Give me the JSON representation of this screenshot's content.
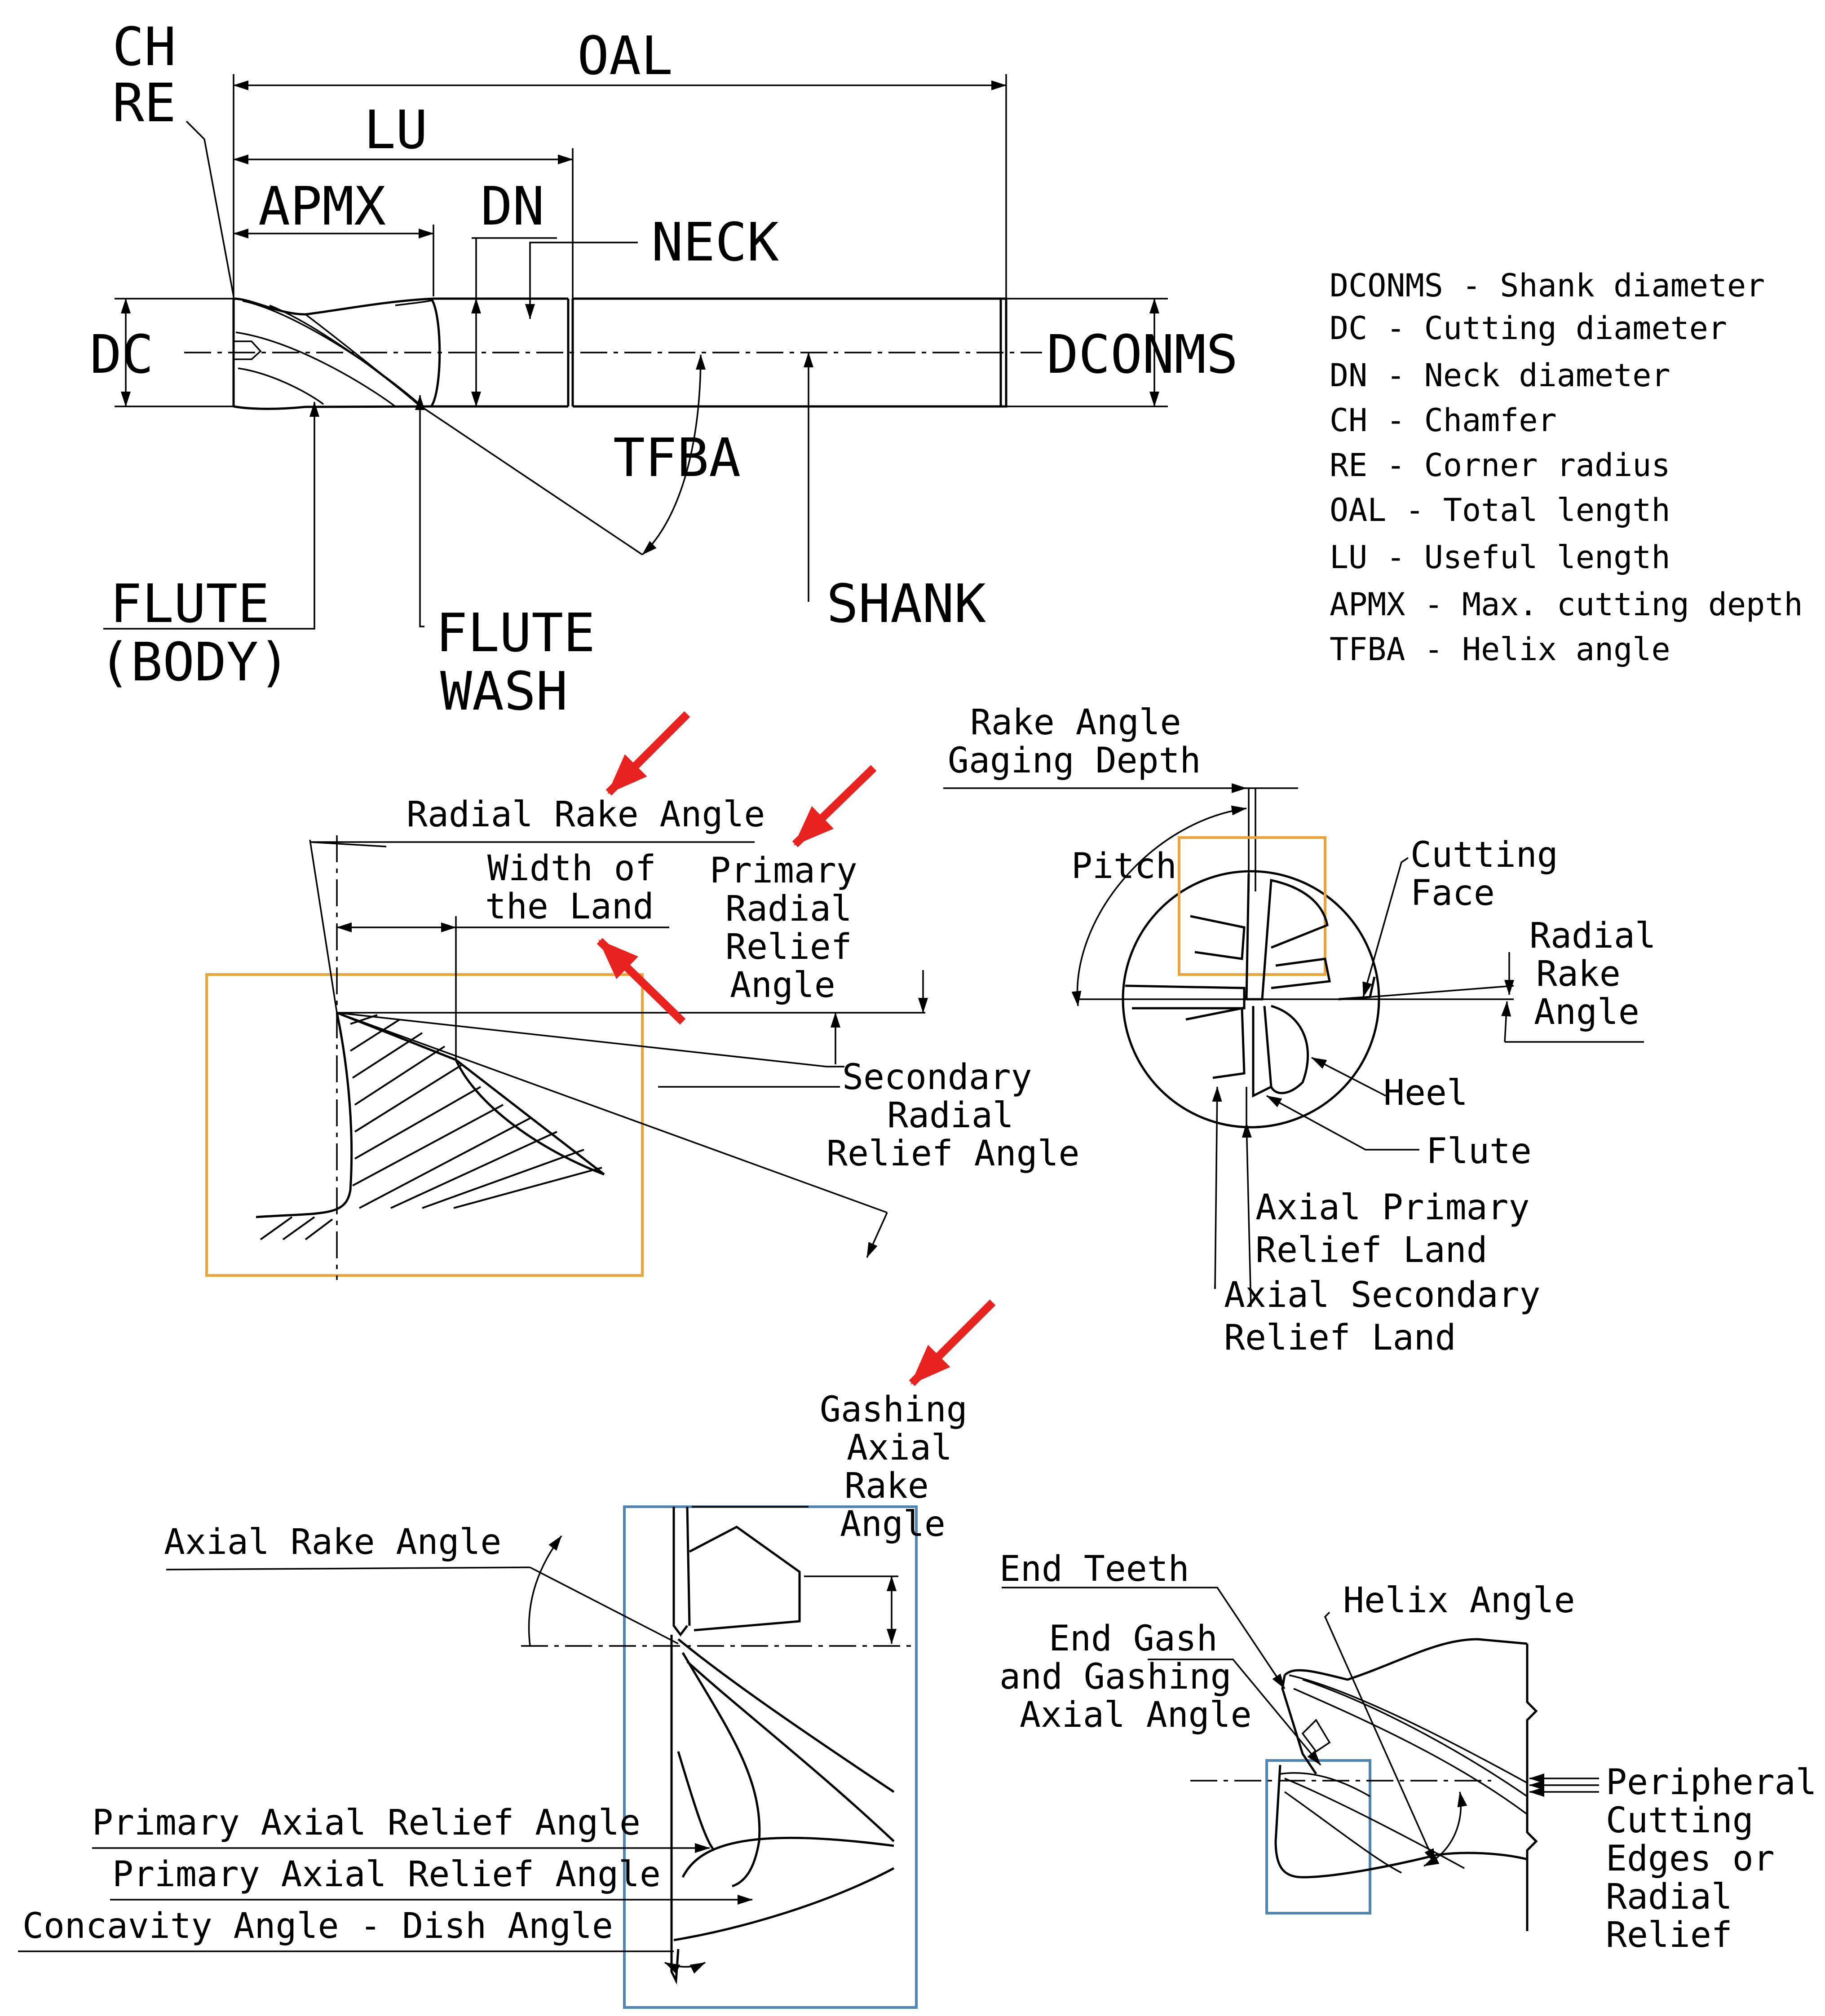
{
  "overview": {
    "dimensions": {
      "ch": "CH",
      "re": "RE",
      "oal": "OAL",
      "lu": "LU",
      "apmx": "APMX",
      "dn": "DN",
      "neck": "NECK",
      "dc": "DC",
      "dconms": "DCONMS",
      "tfba": "TFBA"
    },
    "parts": {
      "flute_body_line1": "FLUTE",
      "flute_body_line2": "(BODY)",
      "flute_wash_line1": "FLUTE",
      "flute_wash_line2": "WASH",
      "shank": "SHANK"
    }
  },
  "legend": [
    "DCONMS - Shank diameter",
    "DC - Cutting diameter",
    "DN - Neck diameter",
    "CH - Chamfer",
    "RE - Corner radius",
    "OAL - Total length",
    "LU - Useful length",
    "APMX - Max. cutting depth",
    "TFBA - Helix angle"
  ],
  "radial_detail": {
    "radial_rake_angle": "Radial Rake Angle",
    "width_of_land": [
      "Width of",
      "the Land"
    ],
    "primary_radial_relief": [
      "Primary",
      "Radial",
      "Relief",
      "Angle"
    ],
    "secondary_radial_relief": [
      "Secondary",
      "Radial",
      "Relief Angle"
    ]
  },
  "end_view": {
    "rake_gaging_depth": [
      "Rake Angle",
      "Gaging Depth"
    ],
    "pitch": "Pitch",
    "cutting_face": [
      "Cutting",
      "Face"
    ],
    "radial_rake_angle": [
      "Radial",
      "Rake",
      "Angle"
    ],
    "heel": "Heel",
    "flute": "Flute",
    "axial_primary_relief_land": [
      "Axial Primary",
      "Relief Land"
    ],
    "axial_secondary_relief_land": [
      "Axial Secondary",
      "Relief Land"
    ]
  },
  "axial_detail": {
    "gashing_axial_rake": [
      "Gashing",
      "Axial",
      "Rake",
      "Angle"
    ],
    "axial_rake_angle": "Axial Rake Angle",
    "primary_axial_relief_1": "Primary Axial Relief Angle",
    "primary_axial_relief_2": "Primary Axial Relief Angle",
    "concavity_angle": "Concavity Angle - Dish Angle"
  },
  "side_view": {
    "end_teeth": "End Teeth",
    "helix_angle": "Helix Angle",
    "end_gash": [
      "End Gash",
      "and Gashing",
      "Axial Angle"
    ],
    "peripheral": [
      "Peripheral",
      "Cutting",
      "Edges or",
      "Radial",
      "Relief"
    ]
  },
  "colors": {
    "ink": "#000000",
    "highlight_arrow": "#e8231f",
    "orange_box": "#eaa43a",
    "blue_box": "#4f86b5"
  }
}
